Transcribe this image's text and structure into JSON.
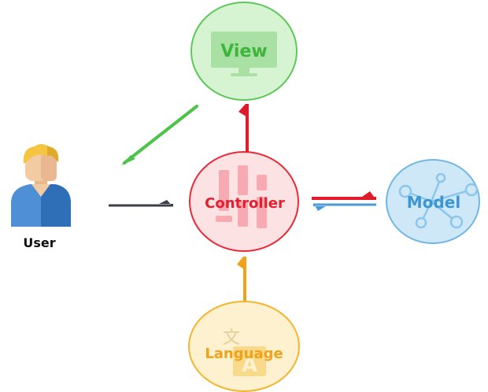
{
  "diagram": {
    "nodes": {
      "view": {
        "label": "View"
      },
      "controller": {
        "label": "Controller"
      },
      "model": {
        "label": "Model"
      },
      "language": {
        "label": "Language"
      },
      "user": {
        "label": "User"
      }
    }
  },
  "colors": {
    "view_fill": "#d6f3d2",
    "view_stroke": "#5ec85a",
    "view_accent": "#5fc15b",
    "controller_fill": "#fde2e4",
    "controller_stroke": "#ea2a38",
    "controller_accent": "#ea1c2a",
    "model_fill": "#cfe8f7",
    "model_stroke": "#72b6e4",
    "model_accent": "#3a97d3",
    "language_fill": "#fdf1cf",
    "language_stroke": "#f2b62f",
    "language_accent": "#f2a51a",
    "user_hair": "#f5c542",
    "user_skin": "#f3cba2",
    "user_shirt": "#4f8fd6",
    "user_shirt_dark": "#2f6fb8",
    "user_label": "#111111",
    "arrow_user": "#3b3f47",
    "arrow_view": "#4cc44a",
    "arrow_red": "#e21b2b",
    "arrow_blue": "#4a9ad8",
    "arrow_orange": "#f0a21a"
  },
  "icons": {
    "view": "monitor-icon",
    "controller": "equalizer-icon",
    "model": "network-icon",
    "language": "translate-icon",
    "user": "user-avatar-icon"
  }
}
